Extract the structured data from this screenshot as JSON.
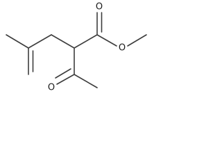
{
  "structure": {
    "atoms": {
      "ester_carbonyl_oxygen": "O",
      "ester_oxygen": "O",
      "ketone_oxygen": "O"
    }
  }
}
